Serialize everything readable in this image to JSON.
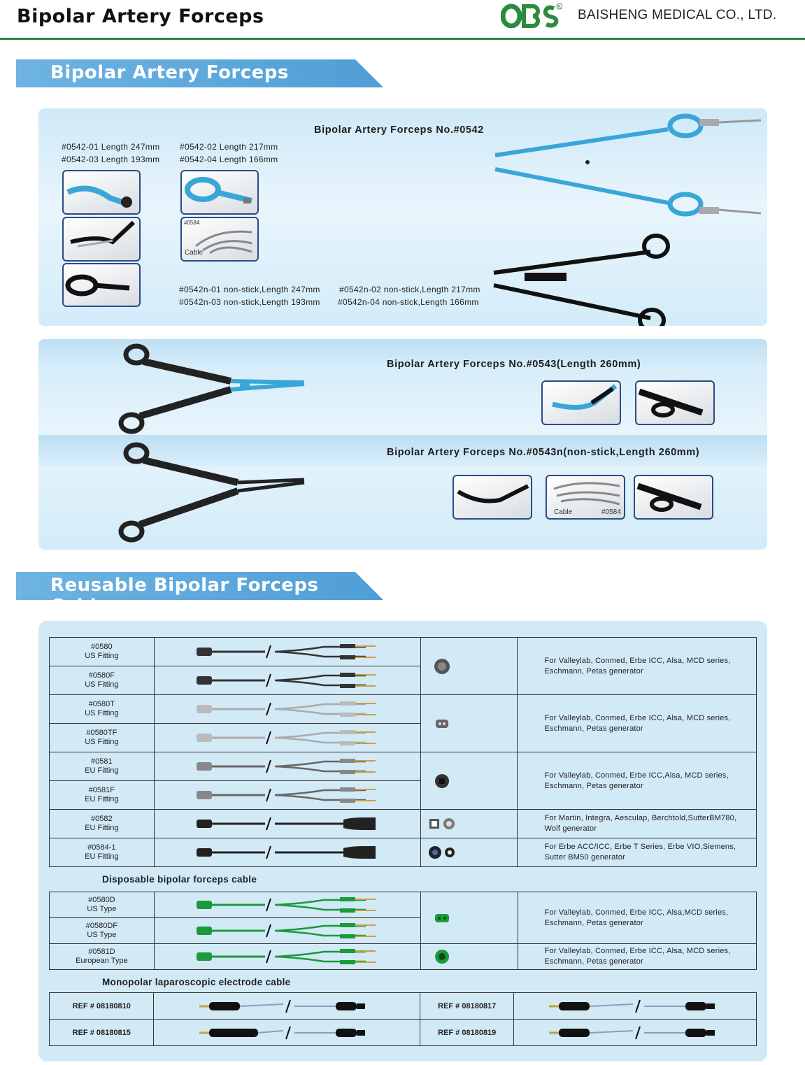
{
  "header": {
    "title": "Bipolar Artery Forceps",
    "logo_text": "OBS",
    "company": "BAISHENG  MEDICAL  CO., LTD."
  },
  "section1": {
    "banner": "Bipolar Artery Forceps",
    "panel_0542": {
      "title": "Bipolar Artery Forceps No.#0542",
      "specs": [
        "#0542-01 Length 247mm",
        "#0542-02  Length 217mm",
        "#0542-03 Length 193mm",
        "#0542-04 Length 166mm"
      ],
      "specs_n": [
        "#0542n-01 non-stick,Length 247mm",
        "#0542n-02 non-stick,Length 217mm",
        "#0542n-03 non-stick,Length 193mm",
        "#0542n-04 non-stick,Length 166mm"
      ],
      "cable_code": "#0584",
      "cable_caption": "Cable"
    },
    "panel_0543": {
      "title": "Bipolar Artery Forceps No.#0543(Length 260mm)",
      "title_n": "Bipolar Artery Forceps No.#0543n(non-stick,Length 260mm)",
      "cable_caption": "Cable",
      "cable_code": "#0584"
    }
  },
  "section2": {
    "banner": "Reusable Bipolar Forceps Cable",
    "reusable_rows": [
      {
        "code": "#0580",
        "type": "US Fitting"
      },
      {
        "code": "#0580F",
        "type": "US Fitting"
      },
      {
        "code": "#0580T",
        "type": "US Fitting"
      },
      {
        "code": "#0580TF",
        "type": "US Fitting"
      },
      {
        "code": "#0581",
        "type": "EU Fitting"
      },
      {
        "code": "#0581F",
        "type": "EU Fitting"
      },
      {
        "code": "#0582",
        "type": "EU Fitting"
      },
      {
        "code": "#0584-1",
        "type": "EU Fitting"
      }
    ],
    "reusable_desc": [
      [
        "For Valleylab, Conmed, Erbe ICC, Alsa, MCD series,",
        "Eschmann, Petas generator"
      ],
      [
        "For Valleylab, Conmed, Erbe ICC, Alsa, MCD series,",
        "Eschmann, Petas generator"
      ],
      [
        "For Valleylab, Conmed, Erbe ICC,Alsa, MCD series,",
        "Eschmann, Petas generator"
      ],
      [
        "For Martin, Integra, Aesculap, Berchtold,SutterBM780,",
        "Wolf generator"
      ],
      [
        "For Erbe ACC/ICC, Erbe T Series, Erbe VIO,Siemens,",
        "Sutter BM50 generator"
      ]
    ],
    "disposable_heading": "Disposable bipolar forceps cable",
    "disposable_rows": [
      {
        "code": "#0580D",
        "type": "US Type"
      },
      {
        "code": "#0580DF",
        "type": "US Type"
      },
      {
        "code": "#0581D",
        "type": "European Type"
      }
    ],
    "disposable_desc": [
      [
        "For Valleylab, Conmed, Erbe ICC, Alsa,MCD series,",
        "Eschmann, Petas generator"
      ],
      [
        "For Valleylab, Conmed, Erbe ICC, Alsa, MCD series,",
        "Eschmann, Petas generator"
      ]
    ],
    "mono_heading": "Monopolar laparoscopic electrode cable",
    "mono_refs": [
      "REF # 08180810",
      "REF # 08180817",
      "REF # 08180815",
      "REF # 08180819"
    ]
  },
  "colors": {
    "brand_green": "#2e8b3e",
    "banner_blue": "#5fa8dc",
    "forceps_blue": "#3aa6d8",
    "thumb_border": "#2b4a86"
  }
}
